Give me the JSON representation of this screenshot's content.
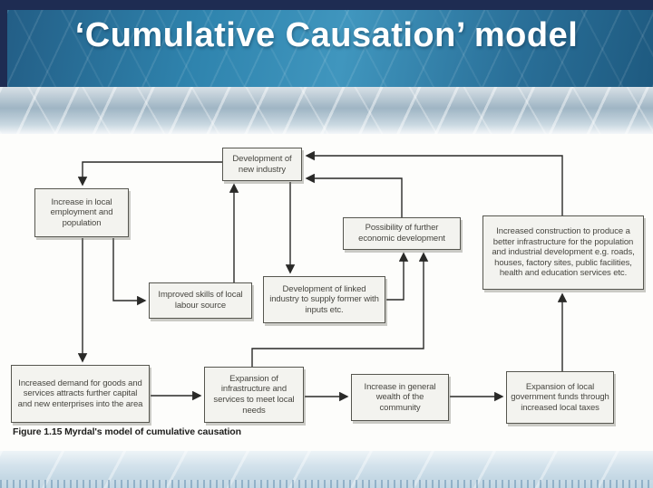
{
  "header": {
    "title": "‘Cumulative Causation’ model"
  },
  "diagram": {
    "caption": "Figure 1.15  Myrdal's model of cumulative causation",
    "boxes": [
      {
        "id": "development-new-industry",
        "text": "Development of new industry"
      },
      {
        "id": "increase-local-employment",
        "text": "Increase in local employment and population"
      },
      {
        "id": "possibility-further-development",
        "text": "Possibility of further economic development"
      },
      {
        "id": "increased-construction",
        "text": "Increased construction to produce a better infrastructure for the population and industrial development e.g. roads, houses, factory sites, public facilities, health and education services etc."
      },
      {
        "id": "improved-skills",
        "text": "Improved skills of local labour source"
      },
      {
        "id": "development-linked-industry",
        "text": "Development of linked industry to supply former with inputs etc."
      },
      {
        "id": "increased-demand",
        "text": "Increased demand for goods and services attracts further capital and new enterprises into the area"
      },
      {
        "id": "expansion-infrastructure",
        "text": "Expansion of infrastructure and services to meet local needs"
      },
      {
        "id": "increase-general-wealth",
        "text": "Increase in general wealth of the community"
      },
      {
        "id": "expansion-govt-funds",
        "text": "Expansion of local government funds through increased local taxes"
      }
    ],
    "connections": [
      "development-new-industry -> increase-local-employment",
      "increase-local-employment -> increased-demand",
      "increase-local-employment -> improved-skills",
      "improved-skills -> development-new-industry",
      "development-new-industry -> development-linked-industry",
      "development-linked-industry -> possibility-further-development",
      "expansion-infrastructure -> possibility-further-development",
      "possibility-further-development -> development-new-industry",
      "increased-construction -> development-new-industry",
      "increased-demand -> expansion-infrastructure",
      "expansion-infrastructure -> increase-general-wealth",
      "increase-general-wealth -> expansion-govt-funds",
      "expansion-govt-funds -> increased-construction"
    ]
  },
  "colors": {
    "header_blue": "#2f84ae",
    "navy_frame": "#1e2c52",
    "box_fill": "#f3f3ef",
    "box_border": "#56564f",
    "arrow": "#2a2a28",
    "footer_blue": "#b9d0de"
  }
}
